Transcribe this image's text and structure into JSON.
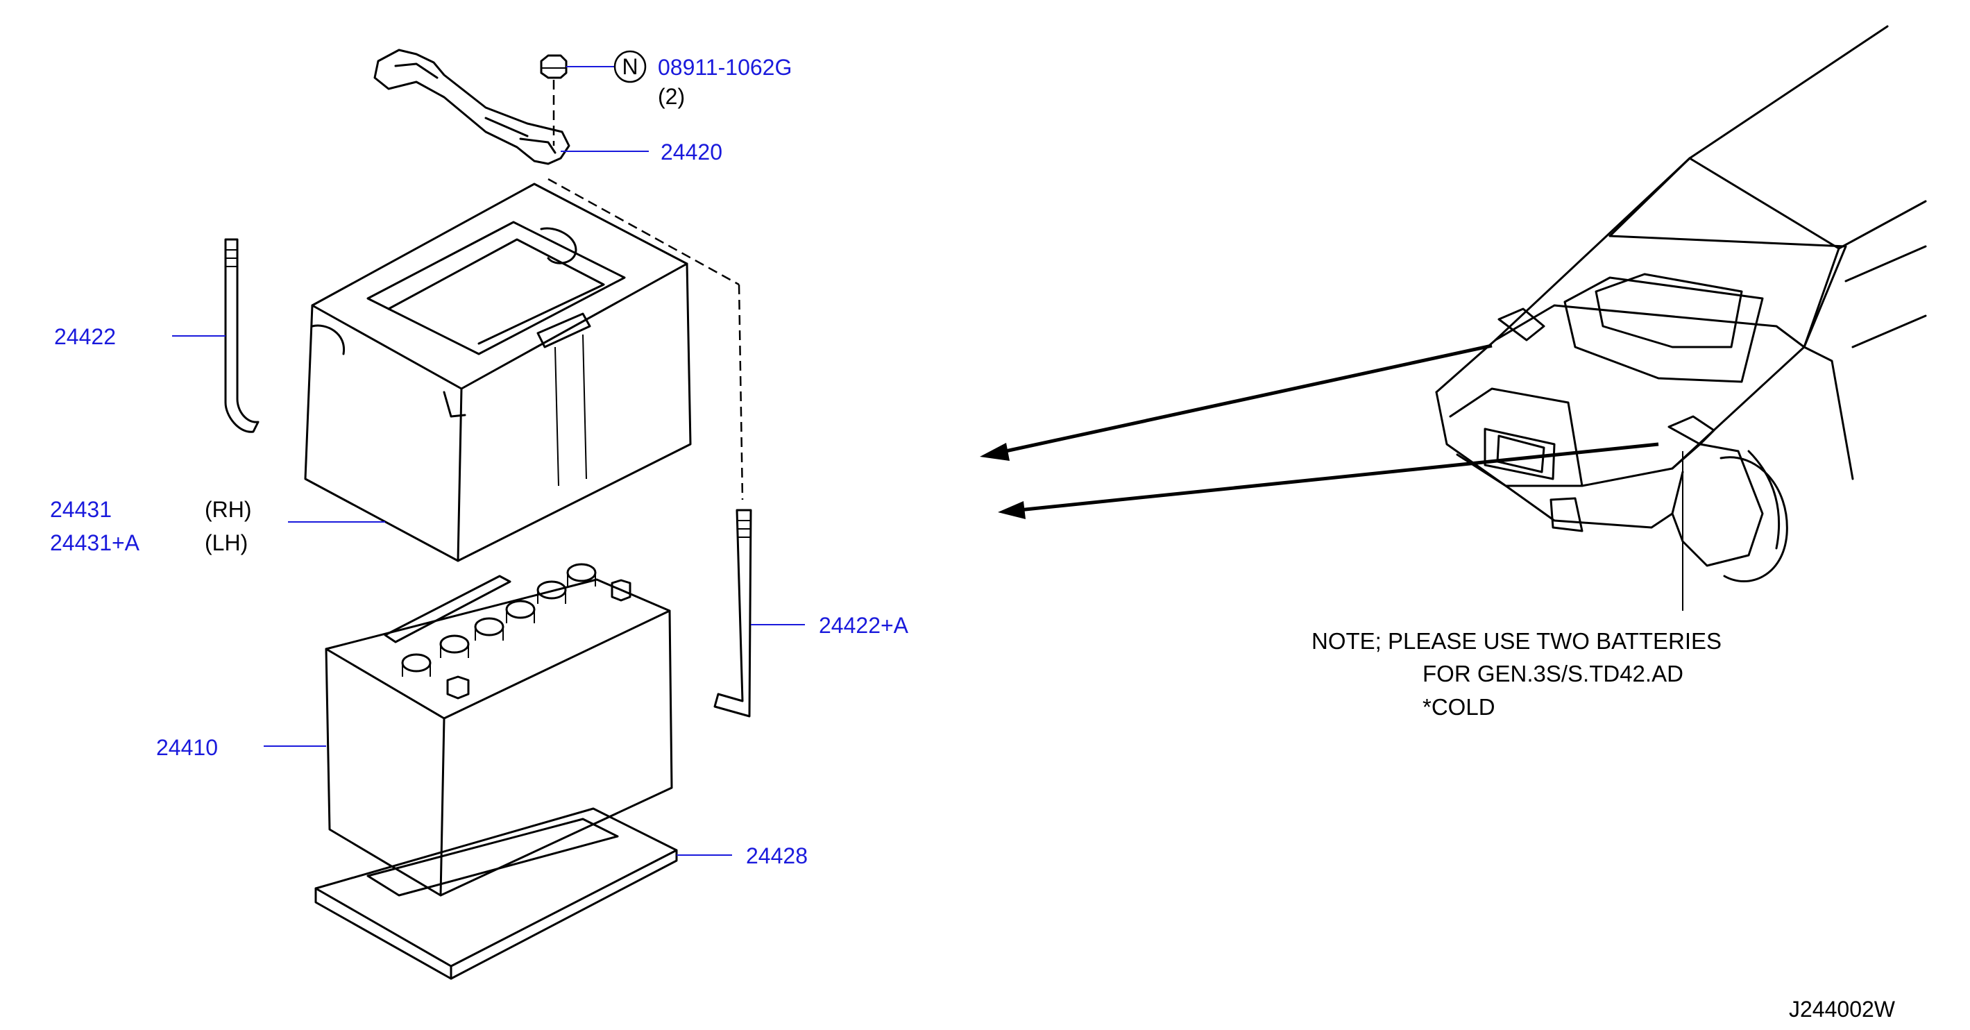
{
  "callouts": {
    "nut_part": "08911-1062G",
    "nut_qty": "(2)",
    "nut_symbol": "N",
    "bracket": "24420",
    "rod_left": "24422",
    "box_rh": "24431",
    "box_rh_side": "(RH)",
    "box_lh": "24431+A",
    "box_lh_side": "(LH)",
    "rod_right": "24422+A",
    "battery": "24410",
    "tray": "24428"
  },
  "note": {
    "line1": "NOTE;  PLEASE  USE  TWO  BATTERIES",
    "line2": "FOR  GEN.3S/S.TD42.AD",
    "line3": "*COLD"
  },
  "diagram_code": "J244002W",
  "colors": {
    "callout": "#1a1adc",
    "line": "#000000",
    "background": "#ffffff"
  }
}
